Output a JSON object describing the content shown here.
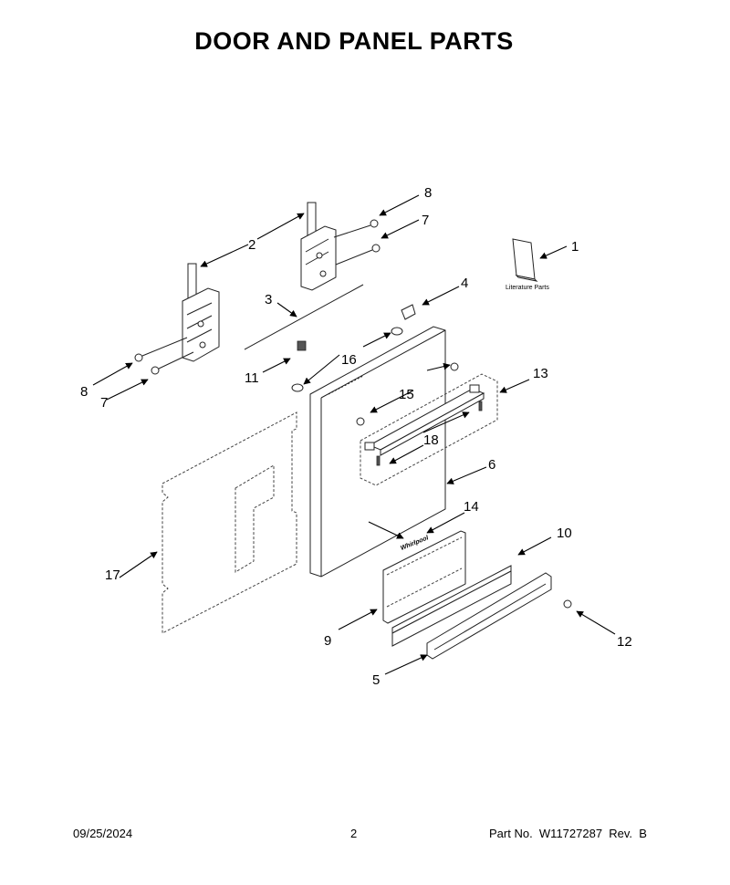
{
  "title": "DOOR AND PANEL PARTS",
  "footer": {
    "date": "09/25/2024",
    "page": "2",
    "part_number": "Part No.  W11727287  Rev.  B"
  },
  "diagram": {
    "literature_label": "Literature Parts",
    "logo_text": "Whirlpool",
    "callouts": [
      "1",
      "2",
      "3",
      "4",
      "5",
      "6",
      "7",
      "7",
      "8",
      "8",
      "9",
      "10",
      "11",
      "12",
      "13",
      "14",
      "15",
      "16",
      "17",
      "18"
    ]
  }
}
